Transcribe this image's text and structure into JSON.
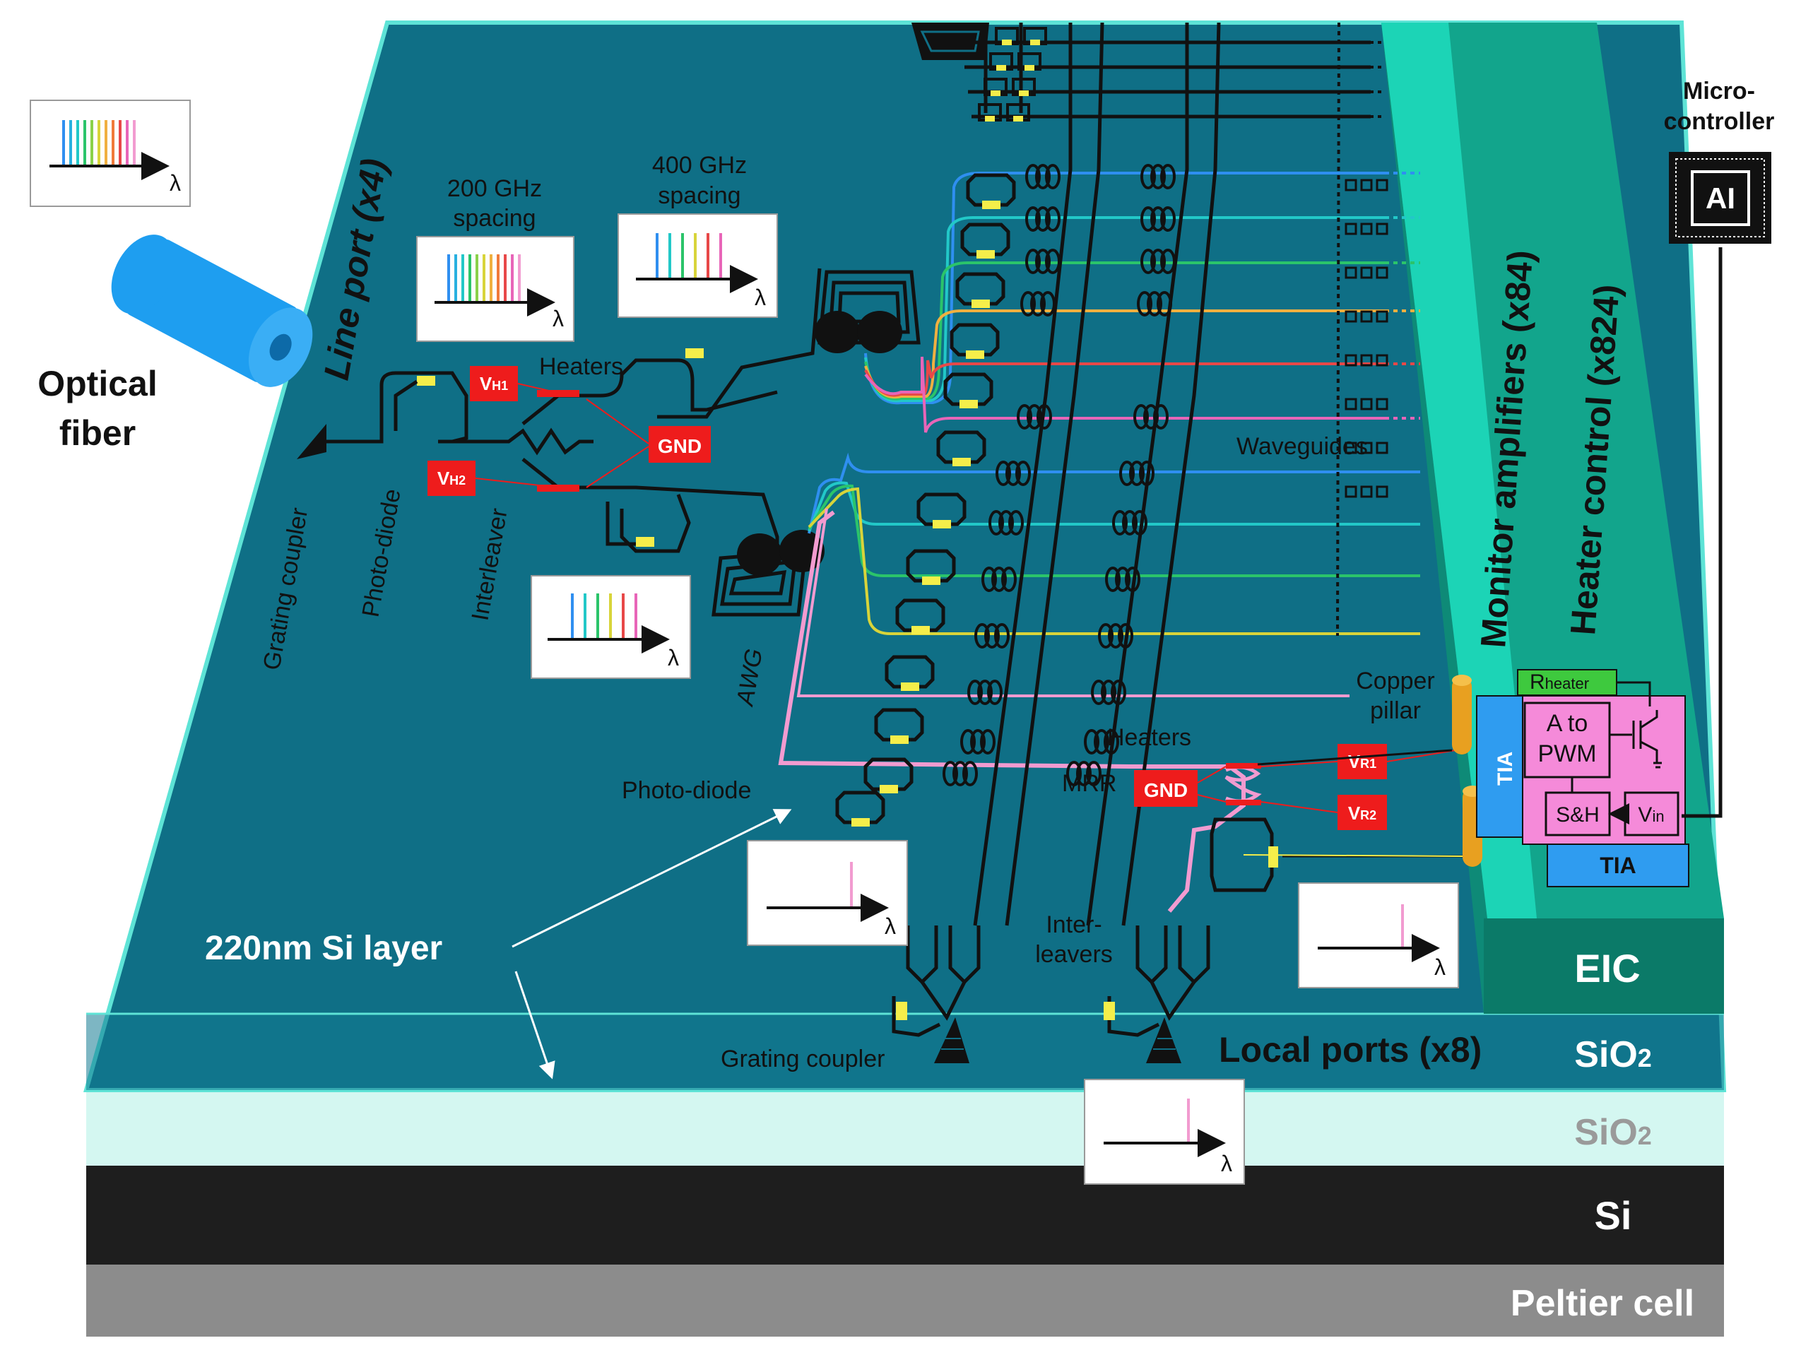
{
  "colors": {
    "chip_top": "#0f6f86",
    "chip_edge": "#5ee3d6",
    "eic": "#0f8a78",
    "eic_top": "#1fe0c0",
    "sio2_light": "#d4f7f1",
    "si": "#1e1e1e",
    "peltier": "#8c8c8c",
    "heater_red": "#ee1c1c",
    "pink_block": "#f58ad9",
    "tia_blue": "#2f9cf0",
    "rheater_green": "#3ec93e",
    "copper": "#e8a020",
    "fiber": "#1e9ef0",
    "pink_wg": "#f29bd0"
  },
  "labels": {
    "optical_fiber_line1": "Optical",
    "optical_fiber_line2": "fiber",
    "line_port": "Line port (x4)",
    "spacing_200_line1": "200 GHz",
    "spacing_200_line2": "spacing",
    "spacing_400_line1": "400 GHz",
    "spacing_400_line2": "spacing",
    "heaters_top": "Heaters",
    "vh1_main": "V",
    "vh1_sub": "H1",
    "vh2_main": "V",
    "vh2_sub": "H2",
    "gnd_top": "GND",
    "grating_coupler_vertical": "Grating coupler",
    "photo_diode_vertical": "Photo-diode",
    "interleaver_vertical": "Interleaver",
    "awg": "AWG",
    "waveguides": "Waveguides",
    "monitor_amplifiers": "Monitor amplifiers (x84)",
    "heater_control": "Heater control (x824)",
    "micro_line1": "Micro-",
    "micro_line2": "controller",
    "ai_chip": "AI",
    "copper_line1": "Copper",
    "copper_line2": "pillar",
    "heaters_bottom": "Heaters",
    "mrr": "MRR",
    "gnd_bottom": "GND",
    "vr1_main": "V",
    "vr1_sub": "R1",
    "vr2_main": "V",
    "vr2_sub": "R2",
    "photo_diode": "Photo-diode",
    "inter_line1": "Inter-",
    "inter_line2": "leavers",
    "grating_coupler": "Grating coupler",
    "local_ports": "Local ports (x8)",
    "si_layer": "220nm Si layer",
    "rheater_main": "R",
    "rheater_sub": "heater",
    "a_to_line1": "A to",
    "a_to_line2": "PWM",
    "tia_vertical": "TIA",
    "tia_bottom": "TIA",
    "sh": "S&H",
    "vin_main": "V",
    "vin_sub": "in",
    "eic": "EIC",
    "sio2_top_main": "SiO",
    "sio2_top_sub": "2",
    "sio2_bot_main": "SiO",
    "sio2_bot_sub": "2",
    "si": "Si",
    "peltier": "Peltier cell",
    "lambda": "λ"
  }
}
